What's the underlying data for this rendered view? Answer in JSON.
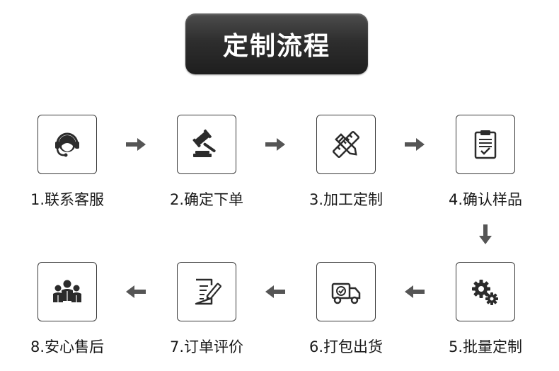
{
  "title": "定制流程",
  "steps": [
    {
      "label": "1.联系客服",
      "icon": "headset-support-icon"
    },
    {
      "label": "2.确定下单",
      "icon": "gavel-icon"
    },
    {
      "label": "3.加工定制",
      "icon": "ruler-pencil-icon"
    },
    {
      "label": "4.确认样品",
      "icon": "clipboard-check-icon"
    },
    {
      "label": "5.批量定制",
      "icon": "gears-icon"
    },
    {
      "label": "6.打包出货",
      "icon": "delivery-truck-icon"
    },
    {
      "label": "7.订单评价",
      "icon": "edit-document-icon"
    },
    {
      "label": "8.安心售后",
      "icon": "user-group-icon"
    }
  ],
  "colors": {
    "icon": "#2b2b2b",
    "arrow": "#555555",
    "title_bg": "#2e2e2e"
  }
}
